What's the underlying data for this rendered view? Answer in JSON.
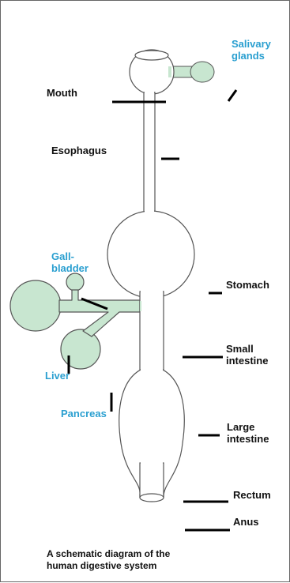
{
  "colors": {
    "organ_fill": "#c8e6d0",
    "outline": "#555555",
    "highlight_label": "#2a9fd0",
    "text": "#111111",
    "leader_line": "#000000"
  },
  "labels": {
    "salivary_glands": "Salivary\nglands",
    "mouth": "Mouth",
    "esophagus": "Esophagus",
    "gallbladder": "Gall-\nbladder",
    "stomach": "Stomach",
    "small_intestine": "Small\nintestine",
    "liver": "Liver",
    "pancreas": "Pancreas",
    "large_intestine": "Large\nintestine",
    "rectum": "Rectum",
    "anus": "Anus"
  },
  "caption": {
    "line1": "A schematic diagram of the",
    "line2": "human digestive system"
  }
}
